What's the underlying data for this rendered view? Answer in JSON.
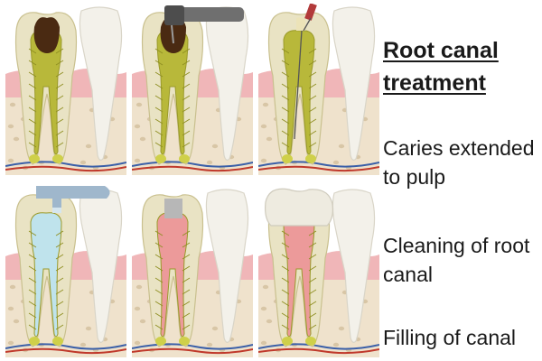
{
  "title": "Root canal treatment",
  "steps": [
    "Caries extended to pulp",
    "Cleaning of root canal",
    "Filling of canal"
  ],
  "panels": [
    {
      "stage": "caries",
      "tool": "none"
    },
    {
      "stage": "drilling",
      "tool": "dental-drill"
    },
    {
      "stage": "cleaning",
      "tool": "endodontic-file"
    },
    {
      "stage": "irrigation",
      "tool": "irrigation-syringe"
    },
    {
      "stage": "filled",
      "tool": "none"
    },
    {
      "stage": "crowned",
      "tool": "crown"
    }
  ],
  "colors": {
    "enamel": "#f3f1ea",
    "dentin": "#e9e3c4",
    "pulp_nerve": "#b8b83a",
    "decay": "#4a2a12",
    "gum": "#f0b6b8",
    "bone": "#efe2cc",
    "bone_spots": "#d8c6a6",
    "irrigant": "#bfe3ec",
    "filling": "#ec9a9a",
    "temporary": "#b7b7b7"
  }
}
